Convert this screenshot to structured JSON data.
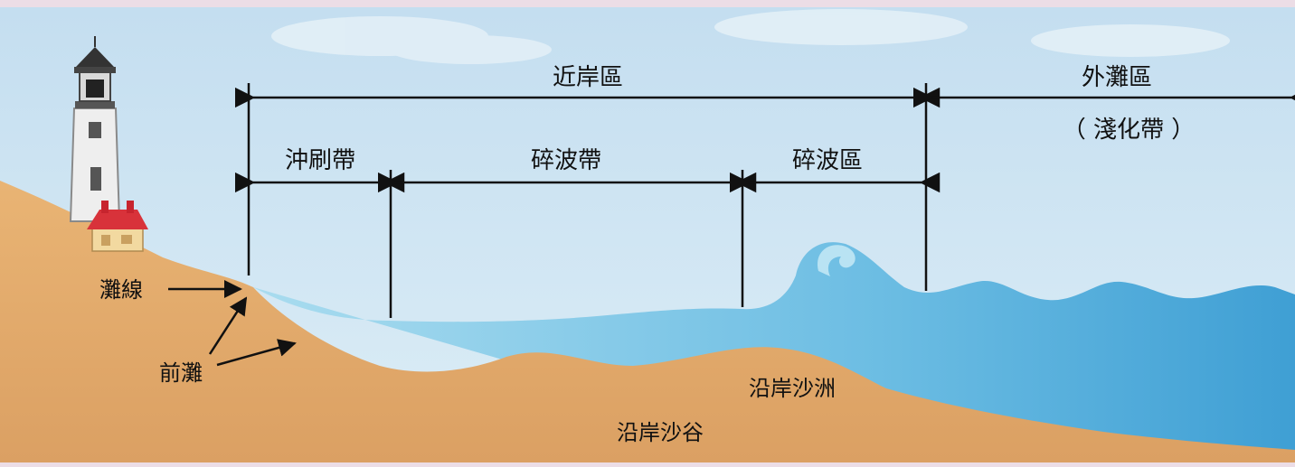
{
  "labels": {
    "nearshore_zone": "近岸區",
    "offshore_zone": "外灘區",
    "offshore_sub": "（ 淺化帶 ）",
    "swash_zone": "沖刷帶",
    "surf_zone": "碎波帶",
    "breaker_zone": "碎波區",
    "shoreline": "灘線",
    "foreshore": "前灘",
    "longshore_bar": "沿岸沙洲",
    "longshore_trough": "沿岸沙谷"
  },
  "colors": {
    "background_band": "#ecdde6",
    "sky": "#cfe4f1",
    "water": "#8fd0e8",
    "water_deep": "#4da8d8",
    "sand": "#e6ad6d",
    "sand_dark": "#d89a58",
    "lighthouse": "#f2f2f2",
    "house_roof": "#d8323a",
    "house_wall": "#f2d9a0"
  },
  "icons": [
    "lighthouse-icon",
    "house-icon"
  ]
}
